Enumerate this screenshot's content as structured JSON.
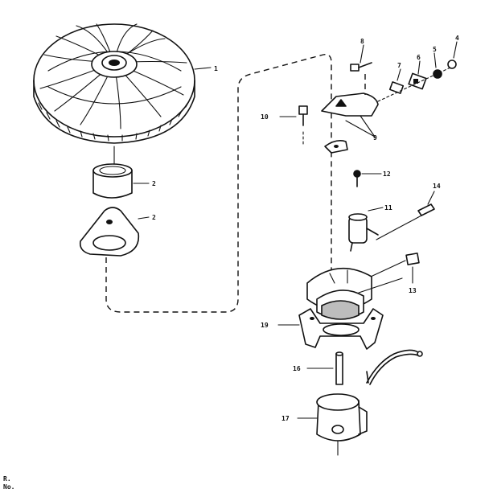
{
  "callouts": {
    "c1": "1",
    "c2a": "2",
    "c2b": "2",
    "c4": "4",
    "c5": "5",
    "c6": "6",
    "c7": "7",
    "c8": "8",
    "c9": "9",
    "c10": "10",
    "c11": "11",
    "c12": "12",
    "c13": "13",
    "c14": "14",
    "c16": "16",
    "c17": "17",
    "c19": "19"
  },
  "footer": {
    "line1": "R.",
    "line2": "No."
  }
}
